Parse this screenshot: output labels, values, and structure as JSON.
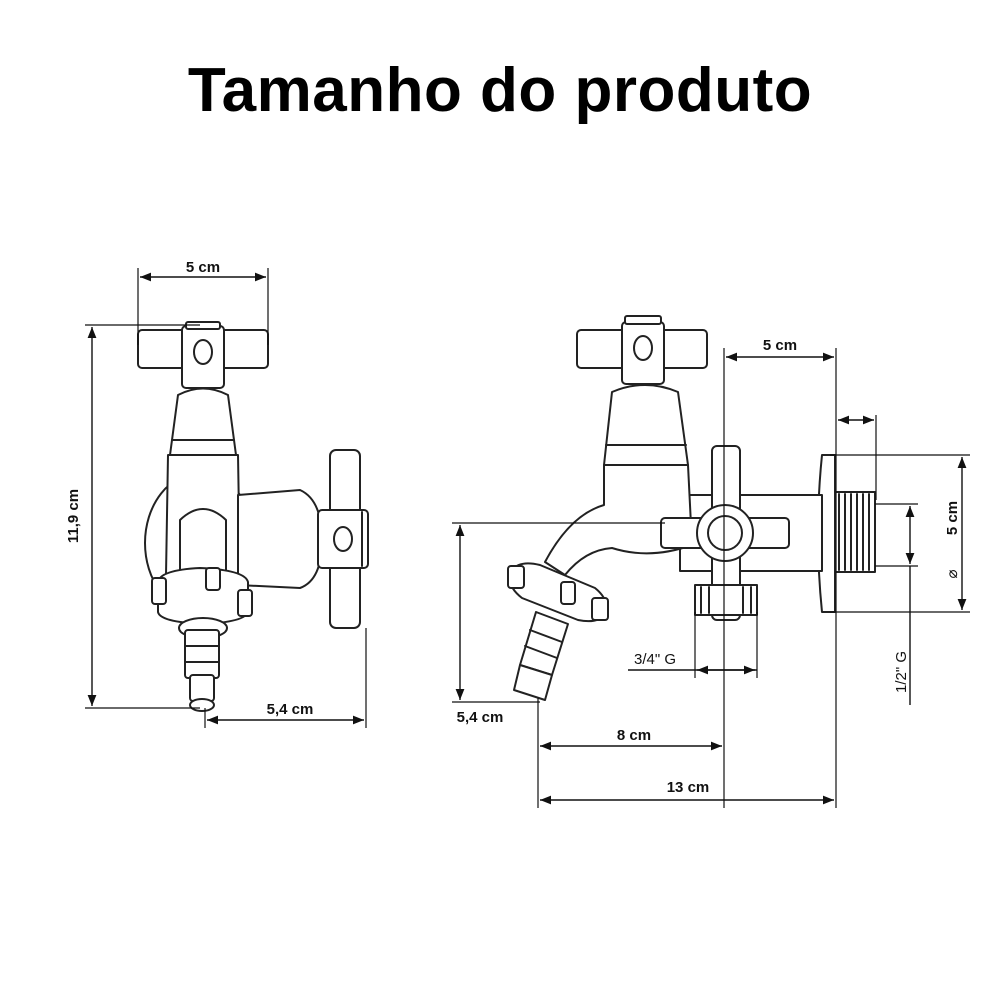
{
  "title": "Tamanho do produto",
  "front_view": {
    "width_label": "5 cm",
    "height_label": "11,9 cm",
    "depth_label": "5,4 cm"
  },
  "side_view": {
    "inlet_label": "5 cm",
    "diameter_symbol": "⌀",
    "diameter_label": "5 cm",
    "outlet_thread_label": "3/4\" G",
    "inlet_thread_label": "1/2\" G",
    "spout_height_label": "5,4 cm",
    "spout_length_label": "8 cm",
    "total_length_label": "13 cm"
  }
}
